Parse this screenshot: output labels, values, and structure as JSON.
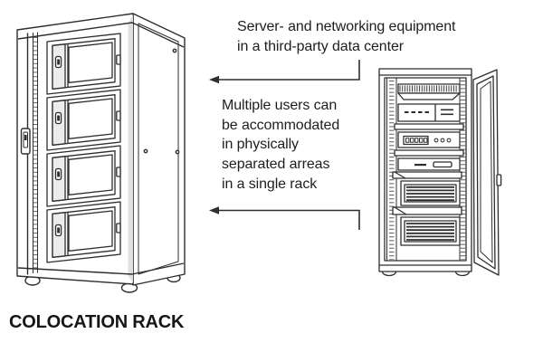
{
  "diagram": {
    "title": "COLOCATION RACK",
    "annotations": {
      "equipment": "Server- and networking equipment\nin a third-party data center",
      "multi_user": "Multiple users can\nbe accommodated\nin physically\nseparated arreas\nin a single rack"
    },
    "colors": {
      "line": "#2e2e2e",
      "text": "#1e1e1e",
      "background": "#ffffff",
      "shade": "#e6e6e6"
    }
  }
}
